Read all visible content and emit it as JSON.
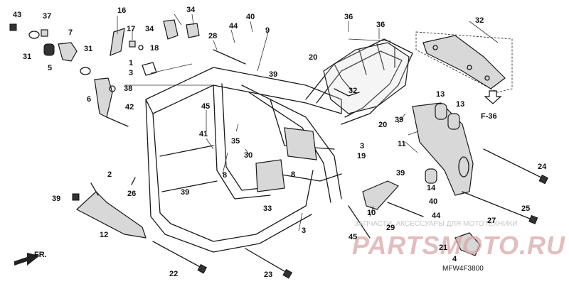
{
  "diagram": {
    "drawing_code": "MFW4F3800",
    "front_indicator": "FR.",
    "section_ref": "F-36",
    "watermark_line": "ЗАПЧАСТИ, АКСЕССУАРЫ ДЛЯ МОТОТЕХНИКИ",
    "watermark_logo": "PARTSMOTO.RU"
  },
  "callouts": [
    "43",
    "37",
    "31",
    "5",
    "7",
    "16",
    "17",
    "18",
    "1",
    "3",
    "34",
    "34",
    "28",
    "40",
    "44",
    "9",
    "36",
    "36",
    "32",
    "20",
    "31",
    "6",
    "38",
    "42",
    "45",
    "41",
    "35",
    "8",
    "30",
    "39",
    "32",
    "3",
    "19",
    "20",
    "13",
    "13",
    "39",
    "11",
    "39",
    "14",
    "24",
    "2",
    "26",
    "39",
    "39",
    "33",
    "12",
    "22",
    "23",
    "8",
    "3",
    "40",
    "44",
    "10",
    "29",
    "45",
    "25",
    "27",
    "21",
    "4"
  ]
}
